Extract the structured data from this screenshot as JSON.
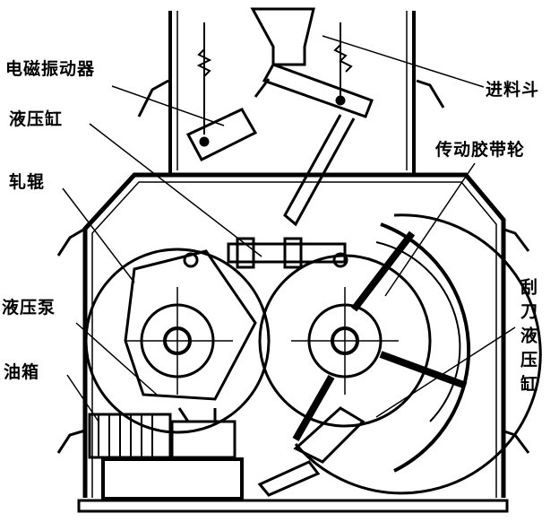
{
  "labels": {
    "vibrator": "电磁振动器",
    "hydraulic_cylinder": "液压缸",
    "roller": "轧辊",
    "hydraulic_pump": "液压泵",
    "oil_tank": "油箱",
    "feed_hopper": "进料斗",
    "drive_pulley": "传动胶带轮",
    "scraper_cylinder": "刮刀液压缸"
  }
}
